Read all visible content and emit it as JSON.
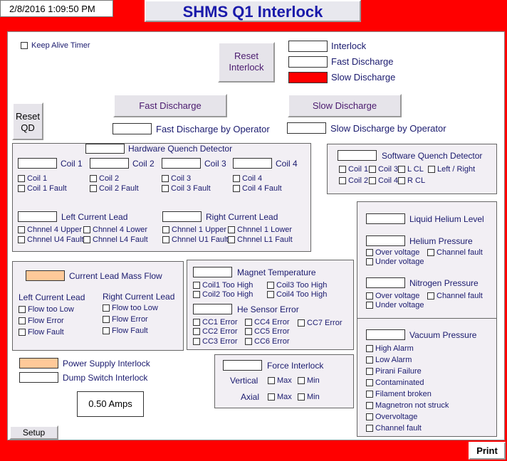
{
  "header": {
    "datetime": "2/8/2016 1:09:50 PM",
    "title": "SHMS Q1 Interlock"
  },
  "top": {
    "keep_alive": "Keep Alive Timer",
    "reset_interlock_line1": "Reset",
    "reset_interlock_line2": "Interlock",
    "legend_interlock": "Interlock",
    "legend_fast": "Fast Discharge",
    "legend_slow": "Slow Discharge",
    "reset_qd_line1": "Reset",
    "reset_qd_line2": "QD",
    "fast_discharge_btn": "Fast Discharge",
    "slow_discharge_btn": "Slow Discharge",
    "fast_by_operator": "Fast Discharge by Operator",
    "slow_by_operator": "Slow Discharge by Operator"
  },
  "hqd": {
    "title": "Hardware Quench Detector",
    "coils": [
      "Coil 1",
      "Coil 2",
      "Coil 3",
      "Coil 4"
    ],
    "coil_checks": [
      [
        "Coil 1",
        "Coil 1 Fault"
      ],
      [
        "Coil 2",
        "Coil 2 Fault"
      ],
      [
        "Coil 3",
        "Coil 3 Fault"
      ],
      [
        "Coil 4",
        "Coil 4 Fault"
      ]
    ],
    "left_lead": "Left Current Lead",
    "right_lead": "Right Current Lead",
    "left_checks": [
      "Chnnel 4 Upper",
      "Chnnel 4 Lower",
      "Chnnel U4 Fault",
      "Chnnel L4 Fault"
    ],
    "right_checks": [
      "Chnnel 1 Upper",
      "Chnnel 1 Lower",
      "Chnnel U1 Fault",
      "Chnnel L1 Fault"
    ]
  },
  "sqd": {
    "title": "Software Quench Detector",
    "checks": [
      "Coil 1",
      "Coil 3",
      "L CL",
      "Left / Right",
      "Coil 2",
      "Coil 4",
      "R CL"
    ]
  },
  "helium": {
    "lhe": "Liquid Helium Level",
    "pressure": "Helium Pressure",
    "p_checks": [
      "Over voltage",
      "Channel fault",
      "Under voltage"
    ],
    "n2": "Nitrogen Pressure",
    "n_checks": [
      "Over voltage",
      "Channel fault",
      "Under voltage"
    ]
  },
  "vacuum": {
    "title": "Vacuum Pressure",
    "items": [
      "High Alarm",
      "Low Alarm",
      "Pirani Failure",
      "Contaminated",
      "Filament broken",
      "Magnetron not struck",
      "Overvoltage",
      "Channel fault"
    ]
  },
  "clmf": {
    "title": "Current Lead Mass Flow",
    "left": "Left Current Lead",
    "right": "Right Current Lead",
    "left_items": [
      "Flow too Low",
      "Flow Error",
      "Flow Fault"
    ],
    "right_items": [
      "Flow too Low",
      "Flow Error",
      "Flow Fault"
    ]
  },
  "magnet": {
    "title": "Magnet Temperature",
    "temps": [
      "Coil1 Too High",
      "Coil3 Too High",
      "Coil2 Too High",
      "Coil4 Too High"
    ],
    "he_sensor": "He Sensor Error",
    "errors": [
      "CC1 Error",
      "CC4 Error",
      "CC7 Error",
      "CC2 Error",
      "CC5 Error",
      "CC3 Error",
      "CC6 Error"
    ]
  },
  "force": {
    "title": "Force Interlock",
    "vertical": "Vertical",
    "axial": "Axial",
    "max": "Max",
    "min": "Min"
  },
  "bottom": {
    "psi": "Power Supply Interlock",
    "dump": "Dump Switch Interlock",
    "amps": "0.50 Amps",
    "setup": "Setup",
    "print": "Print"
  }
}
